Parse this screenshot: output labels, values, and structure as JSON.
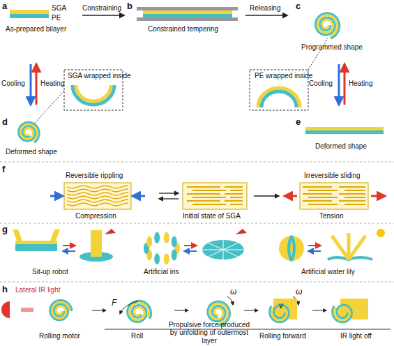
{
  "diagram": {
    "labels": [
      "a",
      "SGA",
      "PE",
      "As-prepared bilayer",
      "Constraining",
      "b",
      "Constrained tempering",
      "Releasing",
      "c",
      "Programmed shape",
      "Cooling",
      "Heating",
      "SGA wrapped inside",
      "PE wrapped inside",
      "Cooling",
      "Heating",
      "d",
      "e",
      "Deformed shape",
      "Deformed shape",
      "f",
      "Reversible rippling",
      "Irreversible sliding",
      "Compression",
      "Initial state of SGA",
      "Tension",
      "g",
      "Sit-up robot",
      "Artificial iris",
      "Artificial water lily",
      "h",
      "Lateral IR light",
      "Rolling motor",
      "Roll",
      "F",
      "Propulsive force produced by unfolding of outermost layer",
      "ω",
      "ω",
      "v",
      "Rolling forward",
      "IR light off"
    ]
  }
}
